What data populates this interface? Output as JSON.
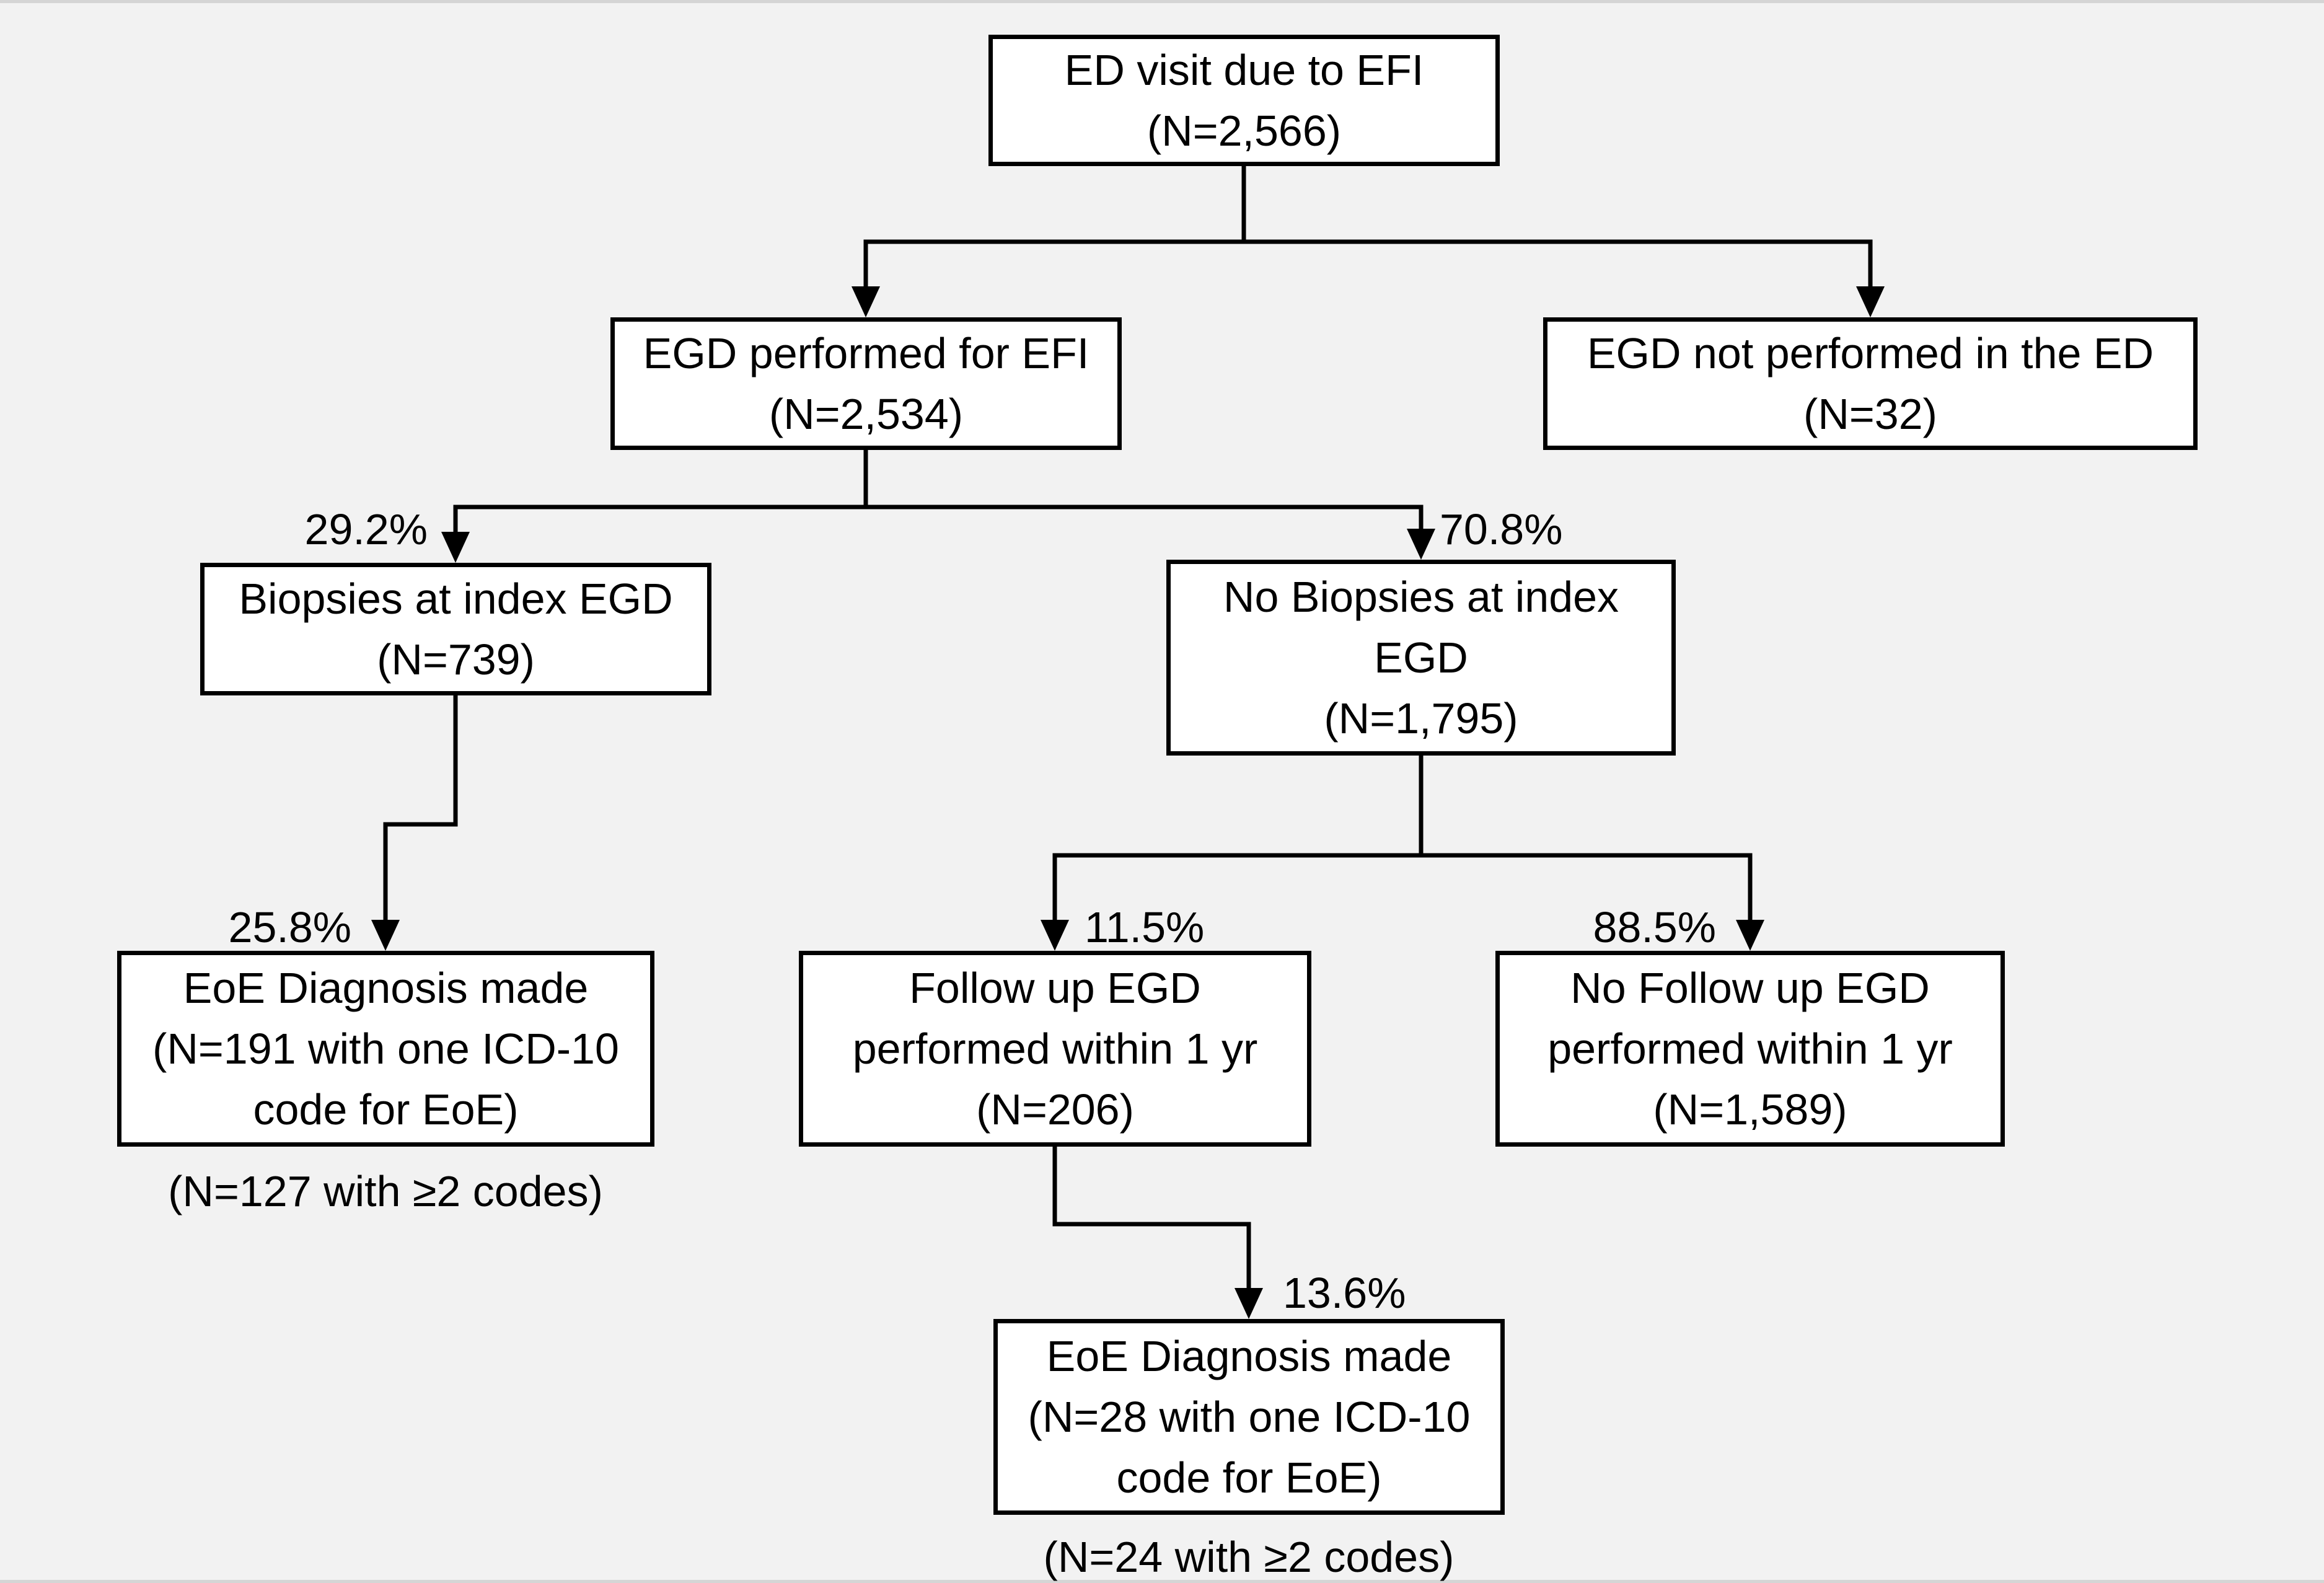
{
  "diagram": {
    "type": "flowchart",
    "colors": {
      "background": "#f2f2f2",
      "box_fill": "#ffffff",
      "box_border": "#000000",
      "line": "#000000",
      "text": "#000000"
    },
    "nodes": [
      {
        "id": "ed-visit",
        "lines": [
          "ED visit due to EFI",
          "(N=2,566)"
        ]
      },
      {
        "id": "egd-performed",
        "lines": [
          "EGD performed for EFI",
          "(N=2,534)"
        ]
      },
      {
        "id": "egd-not-performed",
        "lines": [
          "EGD not performed in the ED",
          "(N=32)"
        ]
      },
      {
        "id": "biopsies-index",
        "lines": [
          "Biopsies at index EGD",
          "(N=739)"
        ]
      },
      {
        "id": "no-biopsies-index",
        "lines": [
          "No Biopsies at index",
          "EGD",
          "(N=1,795)"
        ]
      },
      {
        "id": "eoe-dx-index",
        "lines": [
          "EoE Diagnosis made",
          "(N=191 with one ICD-10",
          "code for EoE)"
        ]
      },
      {
        "id": "followup-egd",
        "lines": [
          "Follow up EGD",
          "performed within 1 yr",
          "(N=206)"
        ]
      },
      {
        "id": "no-followup-egd",
        "lines": [
          "No Follow up EGD",
          "performed within 1 yr",
          "(N=1,589)"
        ]
      },
      {
        "id": "eoe-dx-followup",
        "lines": [
          "EoE Diagnosis made",
          "(N=28 with one ICD-10",
          "code for EoE)"
        ]
      }
    ],
    "edges": [
      {
        "from": "ed-visit",
        "to": "egd-performed",
        "label": ""
      },
      {
        "from": "ed-visit",
        "to": "egd-not-performed",
        "label": ""
      },
      {
        "from": "egd-performed",
        "to": "biopsies-index",
        "label": "29.2%"
      },
      {
        "from": "egd-performed",
        "to": "no-biopsies-index",
        "label": "70.8%"
      },
      {
        "from": "biopsies-index",
        "to": "eoe-dx-index",
        "label": "25.8%"
      },
      {
        "from": "no-biopsies-index",
        "to": "followup-egd",
        "label": "11.5%"
      },
      {
        "from": "no-biopsies-index",
        "to": "no-followup-egd",
        "label": "88.5%"
      },
      {
        "from": "followup-egd",
        "to": "eoe-dx-followup",
        "label": "13.6%"
      }
    ],
    "captions": [
      {
        "id": "codes-index",
        "text": "(N=127 with ≥2 codes)"
      },
      {
        "id": "codes-followup",
        "text": "(N=24 with ≥2 codes)"
      }
    ]
  }
}
